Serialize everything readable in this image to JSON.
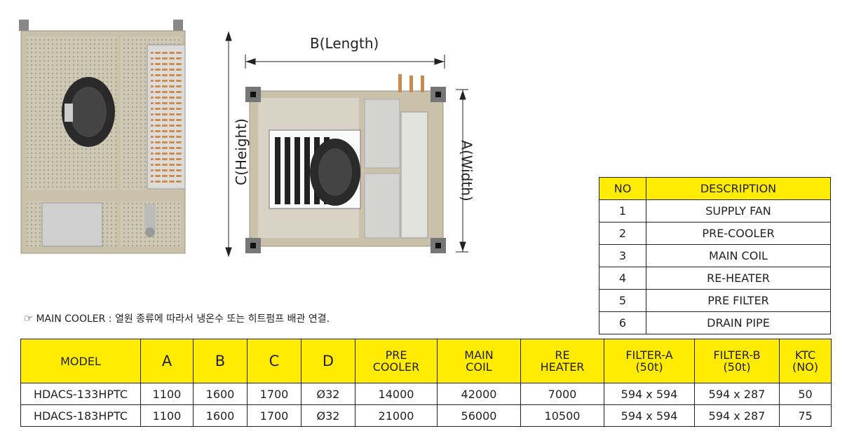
{
  "dimensions": {
    "length": "B(Length)",
    "height": "C(Height)",
    "width": "A(Width)"
  },
  "note": {
    "icon": "hand-pointer-icon",
    "text": "MAIN COOLER : 열원 종류에 따라서 냉온수 또는 히트펌프 배관 연결."
  },
  "description_table": {
    "headers": [
      "NO",
      "DESCRIPTION"
    ],
    "rows": [
      [
        "1",
        "SUPPLY FAN"
      ],
      [
        "2",
        "PRE-COOLER"
      ],
      [
        "3",
        "MAIN COIL"
      ],
      [
        "4",
        "RE-HEATER"
      ],
      [
        "5",
        "PRE FILTER"
      ],
      [
        "6",
        "DRAIN PIPE"
      ]
    ]
  },
  "spec_table": {
    "headers": [
      {
        "line1": "MODEL",
        "line2": ""
      },
      {
        "line1": "A",
        "line2": ""
      },
      {
        "line1": "B",
        "line2": ""
      },
      {
        "line1": "C",
        "line2": ""
      },
      {
        "line1": "D",
        "line2": ""
      },
      {
        "line1": "PRE",
        "line2": "COOLER"
      },
      {
        "line1": "MAIN",
        "line2": "COIL"
      },
      {
        "line1": "RE",
        "line2": "HEATER"
      },
      {
        "line1": "FILTER-A",
        "line2": "(50t)"
      },
      {
        "line1": "FILTER-B",
        "line2": "(50t)"
      },
      {
        "line1": "KTC",
        "line2": "(NO)"
      }
    ],
    "rows": [
      [
        "HDACS-133HPTC",
        "1100",
        "1600",
        "1700",
        "Ø32",
        "14000",
        "42000",
        "7000",
        "594 x 594",
        "594 x 287",
        "50"
      ],
      [
        "HDACS-183HPTC",
        "1100",
        "1600",
        "1700",
        "Ø32",
        "21000",
        "56000",
        "10500",
        "594 x 594",
        "594 x 287",
        "75"
      ]
    ]
  },
  "colors": {
    "header_yellow": "#ffec00",
    "frame_beige": "#c9c1aa",
    "panel_gray": "#d6d6d4",
    "coil_copper": "#c98a50"
  }
}
